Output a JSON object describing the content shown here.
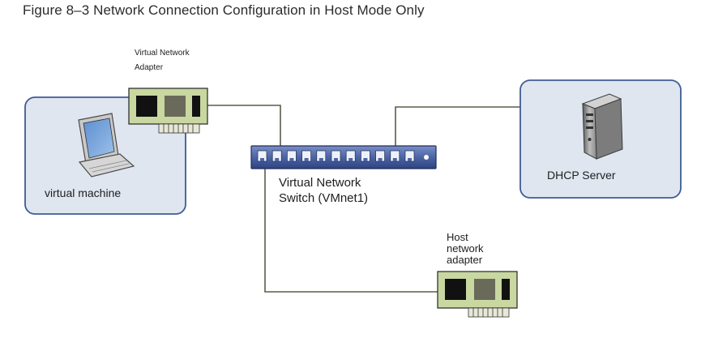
{
  "title": "Figure 8–3 Network Connection Configuration in Host Mode Only",
  "nodes": {
    "virtual_machine": {
      "label": "virtual machine",
      "icon": "computer-icon"
    },
    "virtual_adapter": {
      "label_lines": [
        "Virtual Network",
        "Adapter"
      ],
      "icon": "network-card-icon"
    },
    "switch": {
      "label_lines": [
        "Virtual Network",
        "Switch (VMnet1)"
      ],
      "icon": "network-switch-icon",
      "port_count": 11
    },
    "dhcp_server": {
      "label": "DHCP Server",
      "icon": "server-icon"
    },
    "host_adapter": {
      "label_lines": [
        "Host",
        "network",
        "adapter"
      ],
      "icon": "network-card-icon"
    }
  },
  "colors": {
    "panel_fill": "#dfe6f0",
    "panel_border": "#3f5c92",
    "card_green": "#c9d7a0",
    "switch_blue": "#4c64a5",
    "wire": "#5c5c4a"
  }
}
